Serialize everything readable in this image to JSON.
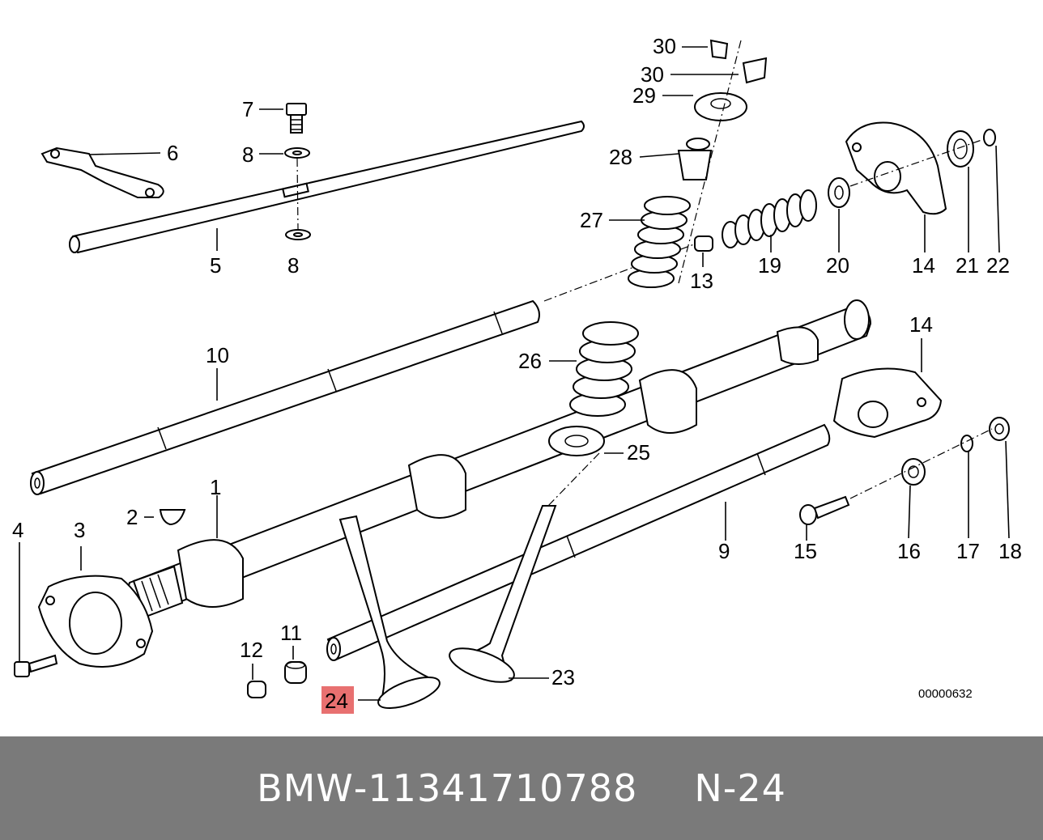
{
  "diagram": {
    "callouts": {
      "c1": "1",
      "c2": "2",
      "c3": "3",
      "c4": "4",
      "c5": "5",
      "c6": "6",
      "c7": "7",
      "c8a": "8",
      "c8b": "8",
      "c9": "9",
      "c10": "10",
      "c11": "11",
      "c12": "12",
      "c13": "13",
      "c14a": "14",
      "c14b": "14",
      "c15": "15",
      "c16": "16",
      "c17": "17",
      "c18": "18",
      "c19": "19",
      "c20": "20",
      "c21": "21",
      "c22": "22",
      "c23": "23",
      "c24": "24",
      "c25": "25",
      "c26": "26",
      "c27": "27",
      "c28": "28",
      "c29": "29",
      "c30a": "30",
      "c30b": "30"
    },
    "highlight_callout": "24",
    "highlight_color": "#e87070",
    "drawing_number": "00000632"
  },
  "footer": {
    "brand": "BMW",
    "separator": "-",
    "part_number": "11341710788",
    "position_prefix": "N",
    "position_value": "24"
  }
}
